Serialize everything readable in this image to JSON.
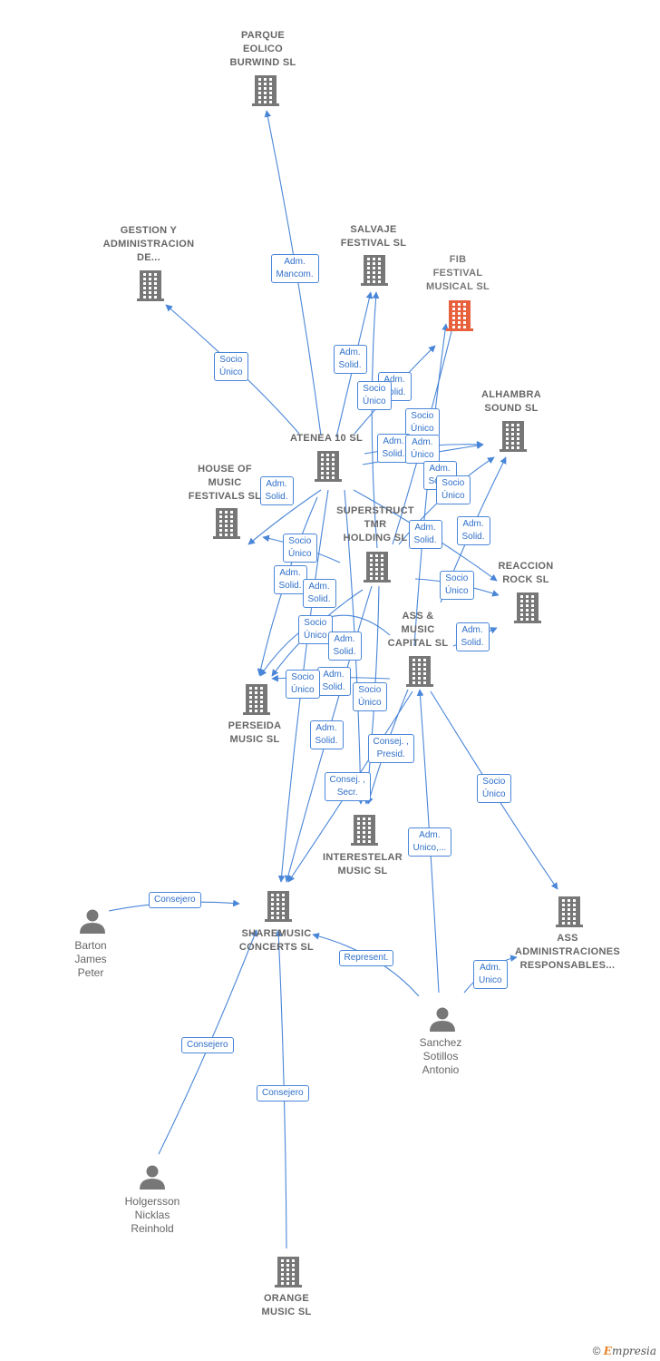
{
  "colors": {
    "edge": "#4a86d8",
    "node": "#777777",
    "focus": "#e8603c"
  },
  "nodes": [
    {
      "id": "parque",
      "type": "company",
      "label": "PARQUE\nEOLICO\nBURWIND  SL",
      "icon": "building-icon"
    },
    {
      "id": "gestion",
      "type": "company",
      "label": "GESTION Y\nADMINISTRACION\nDE...",
      "icon": "building-icon"
    },
    {
      "id": "salvaje",
      "type": "company",
      "label": "SALVAJE\nFESTIVAL  SL",
      "icon": "building-icon"
    },
    {
      "id": "fib",
      "type": "company",
      "label": "FIB\nFESTIVAL\nMUSICAL  SL",
      "icon": "building-icon",
      "focus": true
    },
    {
      "id": "alhambra",
      "type": "company",
      "label": "ALHAMBRA\nSOUND  SL",
      "icon": "building-icon"
    },
    {
      "id": "atenea",
      "type": "company",
      "label": "ATENEA 10 SL",
      "icon": "building-icon"
    },
    {
      "id": "house",
      "type": "company",
      "label": "HOUSE OF\nMUSIC\nFESTIVALS  SL",
      "icon": "building-icon"
    },
    {
      "id": "superstruct",
      "type": "company",
      "label": "SUPERSTRUCT\nTMR\nHOLDING  SL",
      "icon": "building-icon"
    },
    {
      "id": "reaccion",
      "type": "company",
      "label": "REACCION\nROCK SL",
      "icon": "building-icon"
    },
    {
      "id": "assmusic",
      "type": "company",
      "label": "ASS &\nMUSIC\nCAPITAL SL",
      "icon": "building-icon"
    },
    {
      "id": "perseida",
      "type": "company",
      "label": "PERSEIDA\nMUSIC  SL",
      "icon": "building-icon"
    },
    {
      "id": "interestelar",
      "type": "company",
      "label": "INTERESTELAR\nMUSIC  SL",
      "icon": "building-icon"
    },
    {
      "id": "sharemusic",
      "type": "company",
      "label": "SHAREMUSIC\nCONCERTS  SL",
      "icon": "building-icon"
    },
    {
      "id": "assadmin",
      "type": "company",
      "label": "ASS\nADMINISTRACIONES\nRESPONSABLES...",
      "icon": "building-icon"
    },
    {
      "id": "orange",
      "type": "company",
      "label": "ORANGE\nMUSIC  SL",
      "icon": "building-icon"
    },
    {
      "id": "barton",
      "type": "person",
      "label": "Barton\nJames\nPeter",
      "icon": "person-icon"
    },
    {
      "id": "sanchez",
      "type": "person",
      "label": "Sanchez\nSotillos\nAntonio",
      "icon": "person-icon"
    },
    {
      "id": "holgersson",
      "type": "person",
      "label": "Holgersson\nNicklas\nReinhold",
      "icon": "person-icon"
    }
  ],
  "edges": [
    {
      "from": "atenea",
      "to": "parque",
      "label": "Adm.\nMancom."
    },
    {
      "from": "atenea",
      "to": "gestion",
      "label": "Socio\nÚnico"
    },
    {
      "from": "atenea",
      "to": "salvaje",
      "label": "Adm.\nSolid."
    },
    {
      "from": "atenea",
      "to": "fib",
      "label": "Adm.\nSolid."
    },
    {
      "from": "superstruct",
      "to": "salvaje",
      "label": "Socio\nÚnico"
    },
    {
      "from": "atenea",
      "to": "alhambra",
      "label": "Socio\nÚnico"
    },
    {
      "from": "atenea",
      "to": "alhambra",
      "label": "Adm.\nSolid."
    },
    {
      "from": "assmusic",
      "to": "fib",
      "label": "Adm.\nÚnico"
    },
    {
      "from": "superstruct",
      "to": "alhambra",
      "label": "Adm.\nSolid."
    },
    {
      "from": "superstruct",
      "to": "fib",
      "label": "Socio\nÚnico"
    },
    {
      "from": "atenea",
      "to": "reaccion",
      "label": "Adm.\nSolid."
    },
    {
      "from": "assmusic",
      "to": "alhambra",
      "label": "Adm.\nSolid."
    },
    {
      "from": "superstruct",
      "to": "reaccion",
      "label": "Socio\nÚnico"
    },
    {
      "from": "assmusic",
      "to": "reaccion",
      "label": "Adm.\nSolid."
    },
    {
      "from": "atenea",
      "to": "house",
      "label": "Adm.\nSolid."
    },
    {
      "from": "superstruct",
      "to": "house",
      "label": "Socio\nÚnico"
    },
    {
      "from": "assmusic",
      "to": "house",
      "label": "Adm.\nSolid."
    },
    {
      "from": "atenea",
      "to": "perseida",
      "label": "Adm.\nSolid."
    },
    {
      "from": "superstruct",
      "to": "perseida",
      "label": "Socio\nÚnico"
    },
    {
      "from": "assmusic",
      "to": "perseida",
      "label": "Adm.\nSolid."
    },
    {
      "from": "atenea",
      "to": "interestelar",
      "label": "Adm.\nSolid."
    },
    {
      "from": "superstruct",
      "to": "interestelar",
      "label": "Socio\nÚnico"
    },
    {
      "from": "assmusic",
      "to": "interestelar",
      "label": "Adm.\nSolid."
    },
    {
      "from": "atenea",
      "to": "sharemusic",
      "label": "Consej. ,\nPresid."
    },
    {
      "from": "superstruct",
      "to": "sharemusic",
      "label": "Socio\nÚnico"
    },
    {
      "from": "assmusic",
      "to": "sharemusic",
      "label": "Consej. ,\nSecr."
    },
    {
      "from": "assmusic",
      "to": "assadmin",
      "label": "Socio\nÚnico"
    },
    {
      "from": "sanchez",
      "to": "assmusic",
      "label": "Adm.\nUnico,..."
    },
    {
      "from": "sanchez",
      "to": "assadmin",
      "label": "Adm.\nUnico"
    },
    {
      "from": "sanchez",
      "to": "sharemusic",
      "label": "Represent."
    },
    {
      "from": "barton",
      "to": "sharemusic",
      "label": "Consejero"
    },
    {
      "from": "holgersson",
      "to": "sharemusic",
      "label": "Consejero"
    },
    {
      "from": "orange",
      "to": "sharemusic",
      "label": "Consejero"
    }
  ],
  "brand": {
    "copyright": "©",
    "name": "Empresia"
  }
}
